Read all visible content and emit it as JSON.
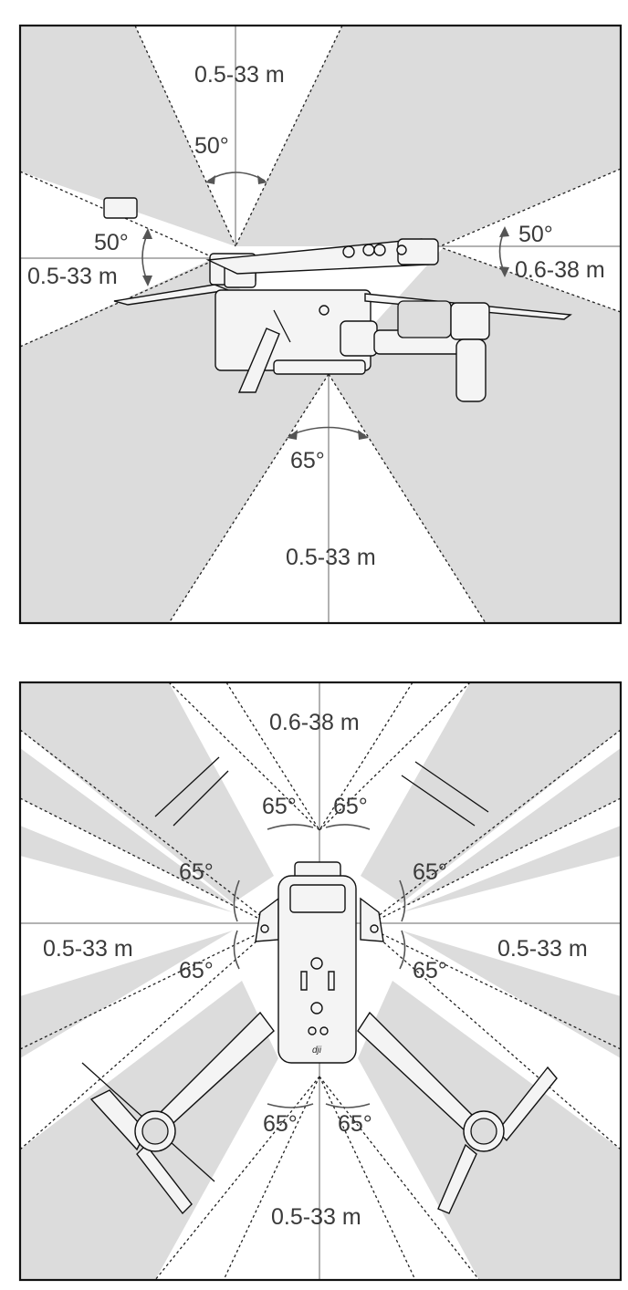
{
  "side_view": {
    "top_range": "0.5-33 m",
    "top_angle": "50°",
    "rear_angle": "50°",
    "rear_range": "0.5-33 m",
    "front_angle": "50°",
    "front_range": "0.6-38 m",
    "bottom_angle": "65°",
    "bottom_range": "0.5-33 m"
  },
  "top_view": {
    "front_range": "0.6-38 m",
    "front_angle_left": "65°",
    "front_angle_right": "65°",
    "left_angle_upper": "65°",
    "left_angle_lower": "65°",
    "left_range": "0.5-33 m",
    "right_angle_upper": "65°",
    "right_angle_lower": "65°",
    "right_range": "0.5-33 m",
    "rear_angle_left": "65°",
    "rear_angle_right": "65°",
    "rear_range": "0.5-33 m",
    "logo_text": "dji"
  }
}
